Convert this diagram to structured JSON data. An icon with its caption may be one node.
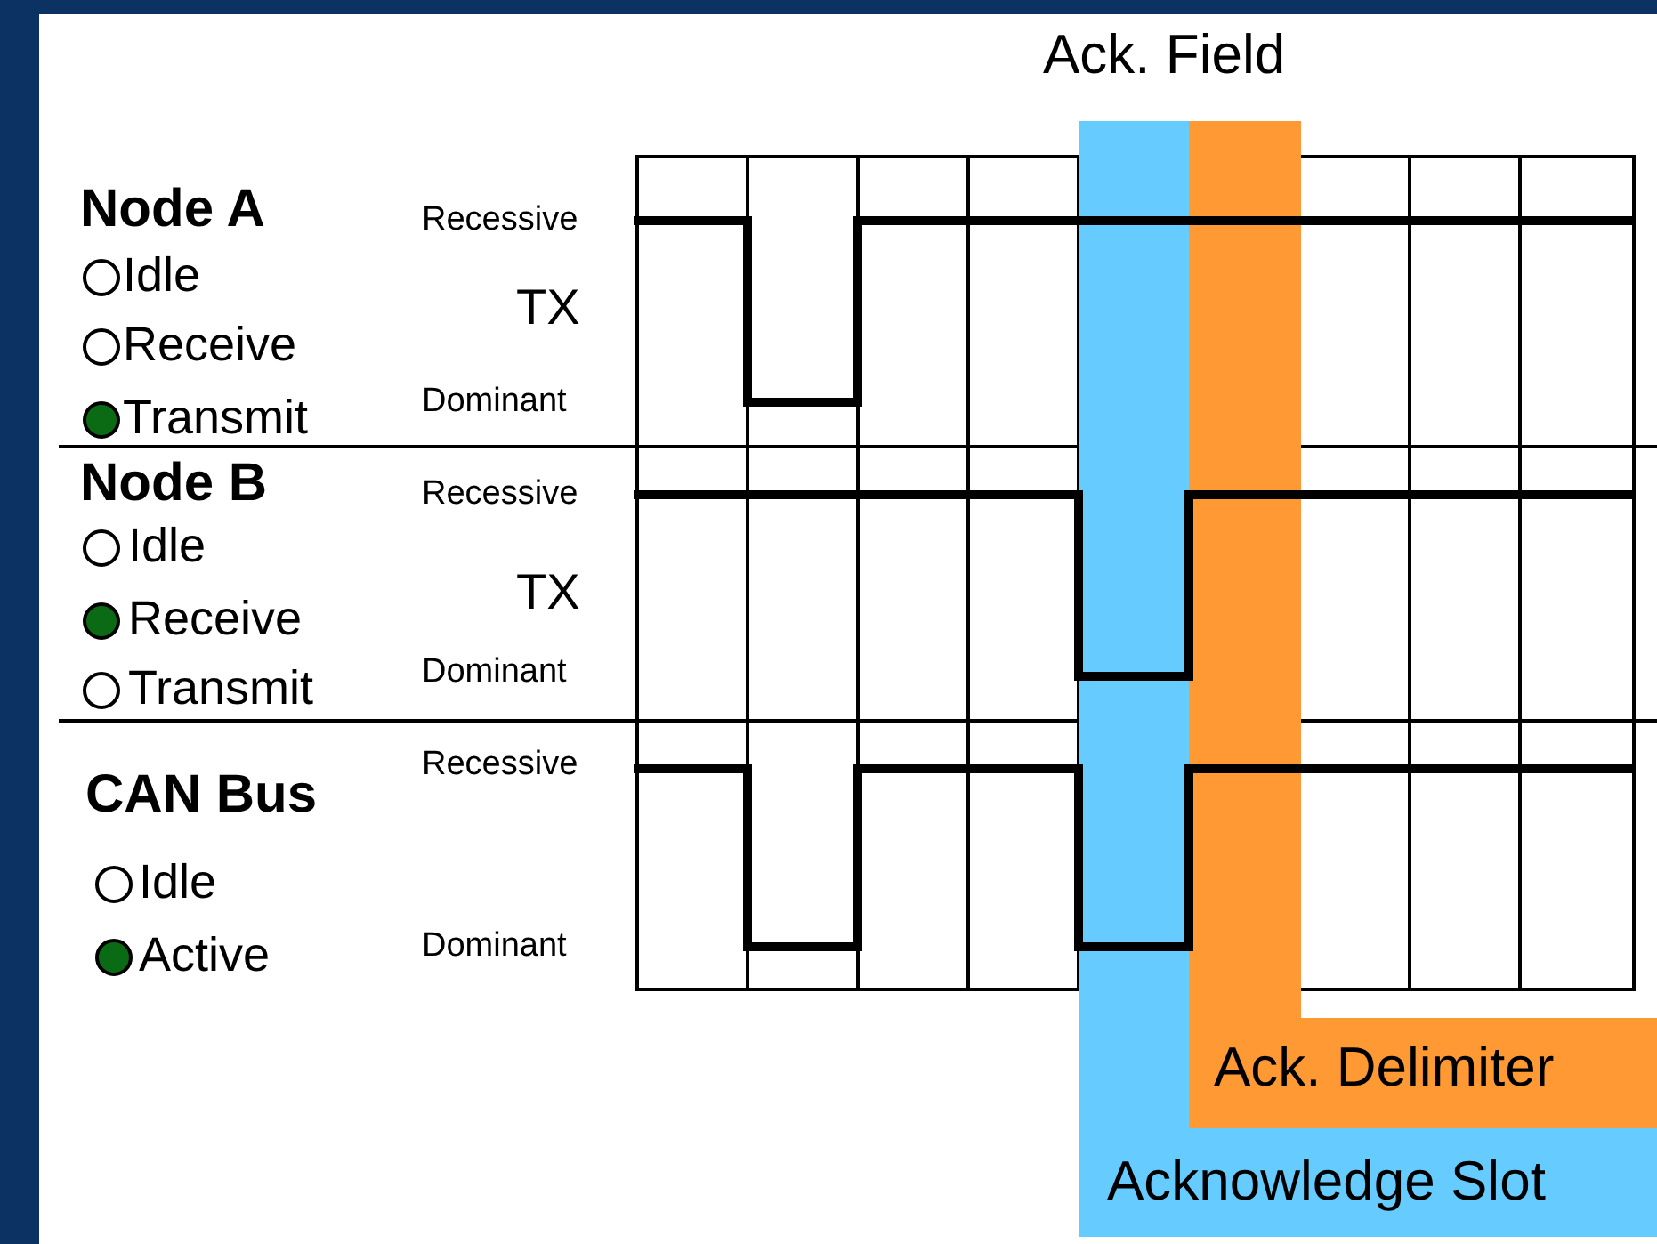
{
  "diagram": {
    "nodes": [
      {
        "text": [
          "Acknowledge Slot"
        ]
      },
      {
        "text": [
          "Ack.  Delimiter"
        ]
      }
    ],
    "labels": [
      "Ack. Field",
      "Node A",
      "Idle",
      "Receive",
      "Transmit",
      "Recessive",
      "TX",
      "Dominant",
      "Node B",
      "Idle",
      "Receive",
      "Transmit",
      "Recessive",
      "TX",
      "Dominant",
      "CAN Bus",
      "Idle",
      "Active",
      "Recessive",
      "Dominant"
    ]
  }
}
